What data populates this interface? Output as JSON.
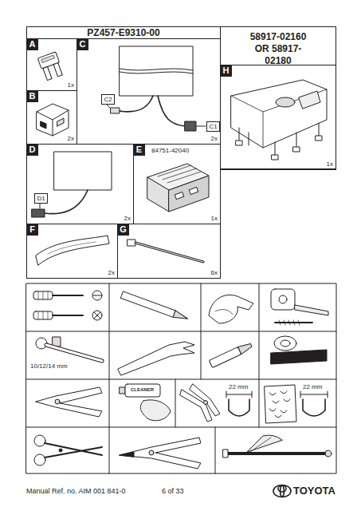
{
  "diagram": {
    "nodes": [
      {
        "text": [
          "PZ457-E9310-00"
        ]
      },
      {
        "text": [
          "A",
          "1x"
        ],
        "in": 0
      },
      {
        "text": [
          "B",
          "2x"
        ],
        "in": 0
      },
      {
        "text": [
          "C",
          "2x"
        ],
        "in": 0
      },
      {
        "text": [
          "C2"
        ],
        "in": 3
      },
      {
        "text": [
          "C1"
        ],
        "in": 3
      },
      {
        "text": [
          "D",
          "2x"
        ],
        "in": 0
      },
      {
        "text": [
          "D1"
        ],
        "in": 6
      },
      {
        "text": [
          "E",
          "84751-42040",
          "1x"
        ],
        "in": 0
      },
      {
        "text": [
          "F",
          "2x"
        ],
        "in": 0
      },
      {
        "text": [
          "G",
          "6x"
        ],
        "in": 0
      },
      {
        "text": [
          "58917-02160 OR 58917-02180"
        ]
      },
      {
        "text": [
          "H",
          "1x"
        ],
        "in": 11
      }
    ],
    "labels": [
      "10/12/14 mm",
      "CLEANER",
      "22 mm",
      "22 mm",
      "Manual Ref. no. AIM 001 841-0",
      "6 of 33",
      "TOYOTA"
    ]
  }
}
